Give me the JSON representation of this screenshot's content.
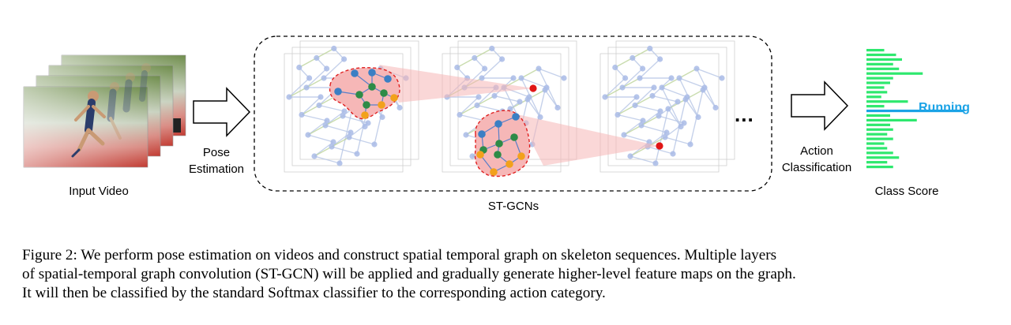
{
  "labels": {
    "input_video": "Input Video",
    "pose_estimation_line1": "Pose",
    "pose_estimation_line2": "Estimation",
    "st_gcns": "ST-GCNs",
    "ellipsis": "...",
    "action_line1": "Action",
    "action_line2": "Classification",
    "class_score": "Class Score",
    "running": "Running"
  },
  "colors": {
    "bar_green": "#2ee86e",
    "bar_highlight": "#1ba3e6",
    "node_blue": "#3b7fc4",
    "node_green": "#2e8b47",
    "node_orange": "#f2a11c",
    "node_red": "#e01616",
    "region_fill": "#f6b7b7",
    "region_stroke": "#e02020"
  },
  "class_scores": [
    0.3,
    0.5,
    0.6,
    0.45,
    0.55,
    0.95,
    0.45,
    0.4,
    0.3,
    0.35,
    0.25,
    0.7,
    0.3,
    1.65,
    0.4,
    0.85,
    0.4,
    0.45,
    0.35,
    0.45,
    0.3,
    0.35,
    0.45,
    0.55,
    0.35,
    0.45
  ],
  "highlight_index": 13,
  "caption": {
    "line1": "Figure 2:  We perform pose estimation on videos and construct spatial temporal graph on skeleton sequences. Multiple layers",
    "line2": "of spatial-temporal graph convolution (ST-GCN) will be applied and gradually generate higher-level feature maps on the graph.",
    "line3": "It will then be classified by the standard Softmax classifier to the corresponding action category."
  }
}
